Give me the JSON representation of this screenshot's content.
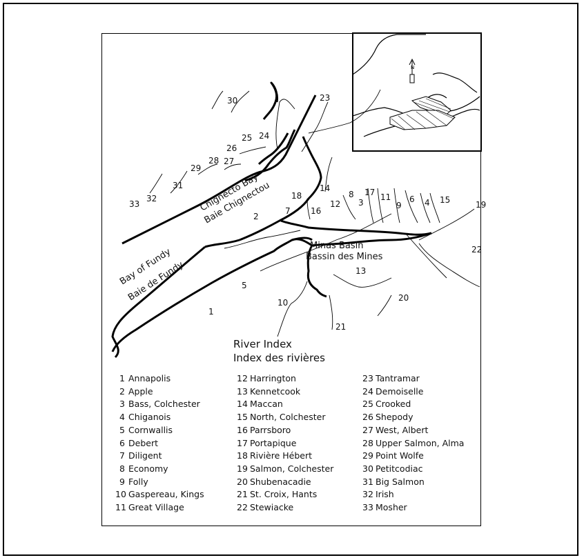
{
  "map": {
    "bay_of_fundy": "Bay of Fundy",
    "baie_de_fundy": "Baie de Fundy",
    "chignecto_bay": "Chignecto Bay",
    "baie_chignectou": "Baie Chignectou",
    "minas_basin": "Minas Basin",
    "bassin_des_mines": "Bassin des Mines",
    "north_arrow_letter": "N",
    "river_numbers": [
      "1",
      "2",
      "3",
      "4",
      "5",
      "6",
      "7",
      "8",
      "9",
      "10",
      "11",
      "12",
      "13",
      "14",
      "15",
      "16",
      "17",
      "18",
      "19",
      "20",
      "21",
      "22",
      "23",
      "24",
      "25",
      "26",
      "27",
      "28",
      "29",
      "30",
      "31",
      "32",
      "33"
    ]
  },
  "index": {
    "title_en": "River Index",
    "title_fr": "Index des rivières",
    "rivers": [
      {
        "num": "1",
        "name": "Annapolis"
      },
      {
        "num": "2",
        "name": "Apple"
      },
      {
        "num": "3",
        "name": "Bass, Colchester"
      },
      {
        "num": "4",
        "name": "Chiganois"
      },
      {
        "num": "5",
        "name": "Cornwallis"
      },
      {
        "num": "6",
        "name": "Debert"
      },
      {
        "num": "7",
        "name": "Diligent"
      },
      {
        "num": "8",
        "name": "Economy"
      },
      {
        "num": "9",
        "name": "Folly"
      },
      {
        "num": "10",
        "name": "Gaspereau, Kings"
      },
      {
        "num": "11",
        "name": "Great Village"
      },
      {
        "num": "12",
        "name": "Harrington"
      },
      {
        "num": "13",
        "name": "Kennetcook"
      },
      {
        "num": "14",
        "name": "Maccan"
      },
      {
        "num": "15",
        "name": "North, Colchester"
      },
      {
        "num": "16",
        "name": "Parrsboro"
      },
      {
        "num": "17",
        "name": "Portapique"
      },
      {
        "num": "18",
        "name": "Rivière Hébert"
      },
      {
        "num": "19",
        "name": "Salmon, Colchester"
      },
      {
        "num": "20",
        "name": "Shubenacadie"
      },
      {
        "num": "21",
        "name": "St. Croix, Hants"
      },
      {
        "num": "22",
        "name": "Stewiacke"
      },
      {
        "num": "23",
        "name": "Tantramar"
      },
      {
        "num": "24",
        "name": "Demoiselle"
      },
      {
        "num": "25",
        "name": "Crooked"
      },
      {
        "num": "26",
        "name": "Shepody"
      },
      {
        "num": "27",
        "name": "West, Albert"
      },
      {
        "num": "28",
        "name": "Upper Salmon, Alma"
      },
      {
        "num": "29",
        "name": "Point Wolfe"
      },
      {
        "num": "30",
        "name": "Petitcodiac"
      },
      {
        "num": "31",
        "name": "Big Salmon"
      },
      {
        "num": "32",
        "name": "Irish"
      },
      {
        "num": "33",
        "name": "Mosher"
      }
    ]
  }
}
